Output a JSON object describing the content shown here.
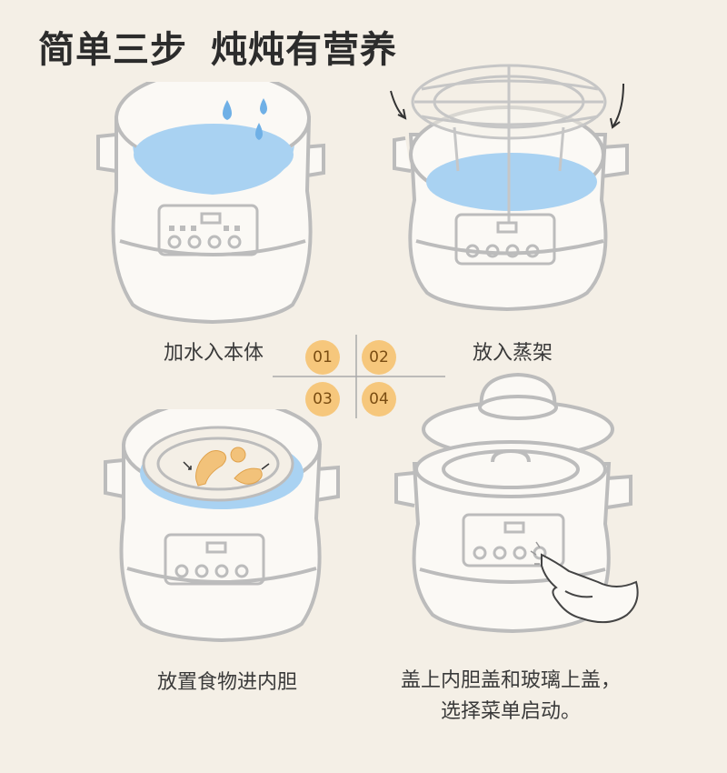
{
  "title": {
    "part1": "简单三步",
    "part2": "炖炖有营养"
  },
  "badges": [
    "01",
    "02",
    "03",
    "04"
  ],
  "steps": [
    {
      "caption": "加水入本体"
    },
    {
      "caption": "放入蒸架"
    },
    {
      "caption": "放置食物进内胆"
    },
    {
      "caption_line1": "盖上内胆盖和玻璃上盖，",
      "caption_line2": "选择菜单启动。"
    }
  ],
  "colors": {
    "background": "#f4efe6",
    "outline": "#bcbcbc",
    "water": "#a9d2f2",
    "badge": "#f6c77c",
    "food": "#f2c27a"
  }
}
